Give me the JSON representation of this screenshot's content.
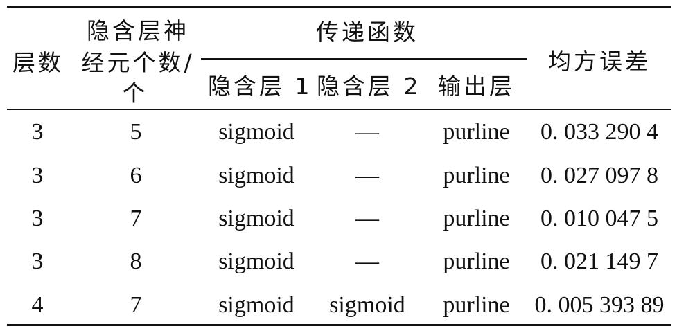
{
  "table": {
    "header": {
      "layers": "层数",
      "neurons_line1": "隐含层神",
      "neurons_line2": "经元个数/",
      "neurons_line3": "个",
      "transfer_group": "传递函数",
      "hidden1": "隐含层 1",
      "hidden2": "隐含层 2",
      "output": "输出层",
      "mse": "均方误差"
    },
    "rows": [
      {
        "layers": "3",
        "neurons": "5",
        "hidden1": "sigmoid",
        "hidden2": "—",
        "output": "purline",
        "mse": "0. 033 290 4"
      },
      {
        "layers": "3",
        "neurons": "6",
        "hidden1": "sigmoid",
        "hidden2": "—",
        "output": "purline",
        "mse": "0. 027 097 8"
      },
      {
        "layers": "3",
        "neurons": "7",
        "hidden1": "sigmoid",
        "hidden2": "—",
        "output": "purline",
        "mse": "0. 010 047 5"
      },
      {
        "layers": "3",
        "neurons": "8",
        "hidden1": "sigmoid",
        "hidden2": "—",
        "output": "purline",
        "mse": "0. 021 149 7"
      },
      {
        "layers": "4",
        "neurons": "7",
        "hidden1": "sigmoid",
        "hidden2": "sigmoid",
        "output": "purline",
        "mse": "0. 005 393 89"
      }
    ]
  }
}
